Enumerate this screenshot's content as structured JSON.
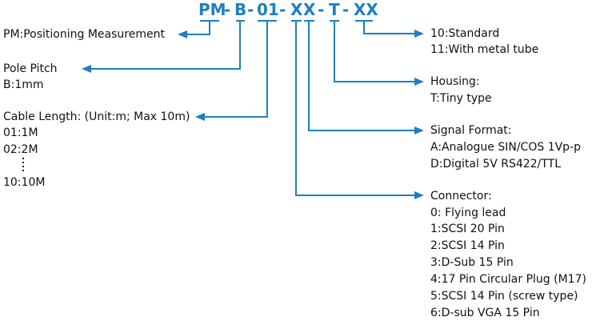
{
  "colors": {
    "accent": "#1e7fc2",
    "text": "#111111"
  },
  "code": {
    "pm": "PM",
    "dash1": "-",
    "b": "B",
    "dash2": "-",
    "num": "01",
    "dash3": "-",
    "x1": "X",
    "x2": "X",
    "dash4": "-",
    "t": "T",
    "dash5": "-",
    "xx": "XX"
  },
  "left": {
    "pm": "PM:Positioning Measurement",
    "pitch_title": "Pole Pitch",
    "pitch_value": "B:1mm",
    "cable_title": "Cable Length: (Unit:m; Max 10m)",
    "cable_items": [
      "01:1M",
      "02:2M",
      "10:10M"
    ],
    "ellipsis": "⋮"
  },
  "right": {
    "tube_items": [
      "10:Standard",
      "11:With metal tube"
    ],
    "housing_title": "Housing:",
    "housing_items": [
      "T:Tiny type"
    ],
    "signal_title": "Signal Format:",
    "signal_items": [
      "A:Analogue SIN/COS 1Vp-p",
      "D:Digital 5V RS422/TTL"
    ],
    "connector_title": "Connector:",
    "connector_items": [
      "0: Flying lead",
      "1:SCSI 20 Pin",
      "2:SCSI 14 Pin",
      "3:D-Sub 15 Pin",
      "4:17 Pin Circular Plug (M17)",
      "5:SCSI 14 Pin (screw type)",
      "6:D-sub VGA 15 Pin"
    ]
  }
}
